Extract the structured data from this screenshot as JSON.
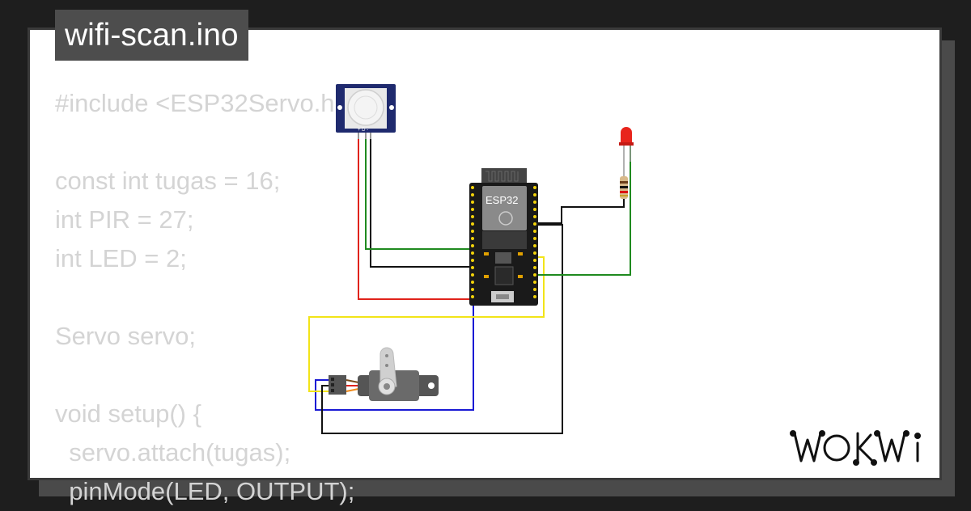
{
  "file_title": "wifi-scan.ino",
  "code_lines": [
    "#include <ESP32Servo.h>",
    "",
    "const int tugas = 16;",
    "int PIR = 27;",
    "int LED = 2;",
    "",
    "Servo servo;",
    "",
    "void setup() {",
    "  servo.attach(tugas);",
    "  pinMode(LED, OUTPUT);"
  ],
  "components": {
    "board_label": "ESP32",
    "pir_pins": [
      "+",
      "D",
      "-"
    ]
  },
  "wire_colors": {
    "red": "#e0231b",
    "black": "#111111",
    "green": "#1f8a1f",
    "blue": "#1a1ad4",
    "yellow": "#f2e418"
  },
  "brand": "WOKWi"
}
